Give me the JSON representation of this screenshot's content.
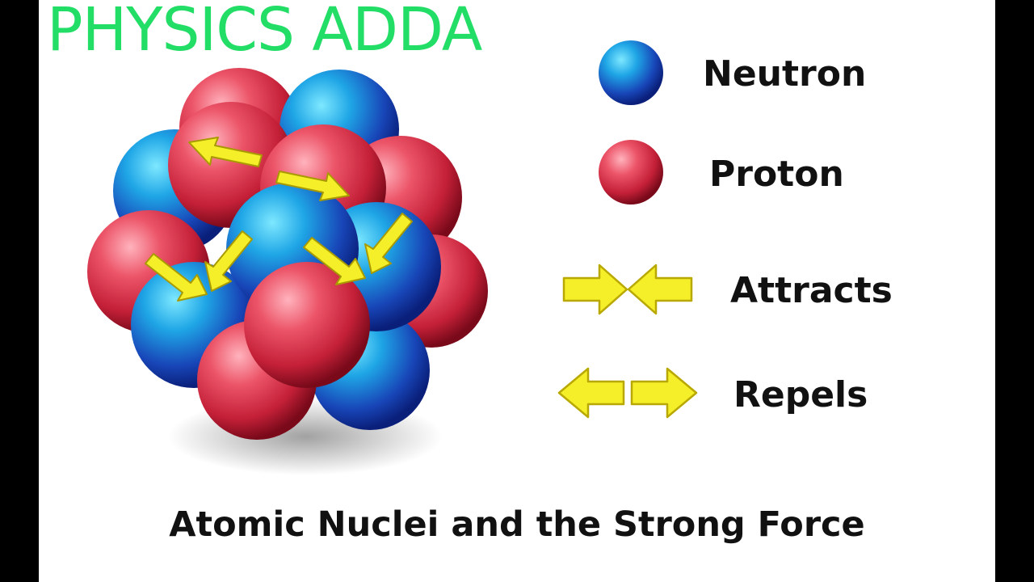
{
  "brand": "PHYSICS ADDA",
  "caption": "Atomic Nuclei and the Strong Force",
  "legend": [
    {
      "label": "Neutron",
      "symbol": "neutron-sphere"
    },
    {
      "label": "Proton",
      "symbol": "proton-sphere"
    },
    {
      "label": "Attracts",
      "symbol": "attract-arrows"
    },
    {
      "label": "Repels",
      "symbol": "repel-arrows"
    }
  ],
  "colors": {
    "brand": "#22dd66",
    "neutron": "#1d63d4",
    "proton": "#d6334a",
    "arrow_fill": "#f5ef2a",
    "arrow_stroke": "#b8a800"
  }
}
